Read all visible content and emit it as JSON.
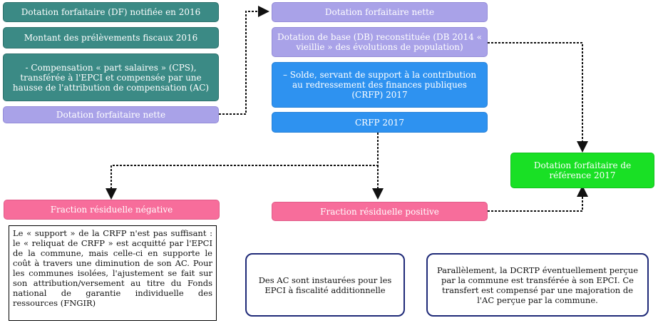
{
  "left_column": {
    "df_notified": "Dotation forfaitaire (DF) notifiée en 2016",
    "prelevements": "Montant des prélèvements fiscaux 2016",
    "cps": "- Compensation « part salaires » (CPS), transférée à l'EPCI et compensée par une hausse de l'attribution de compensation (AC)",
    "dotation_nette": "Dotation forfaitaire nette"
  },
  "center_column": {
    "dotation_nette": "Dotation forfaitaire nette",
    "db_reconstituee": "Dotation de base (DB) reconstituée (DB 2014 « vieillie » des évolutions de population)",
    "solde": "– Solde, servant de support à la contribution au redressement des finances publiques (CRFP) 2017",
    "crfp": "CRFP 2017"
  },
  "right": {
    "reference": "Dotation forfaitaire de référence 2017"
  },
  "fractions": {
    "negative": "Fraction résiduelle négative",
    "positive": "Fraction résiduelle positive"
  },
  "notes": {
    "support": "Le « support » de la CRFP n'est pas suffisant : le « reliquat de CRFP » est acquitté par l'EPCI de la commune, mais celle-ci en supporte le coût à travers une diminution de son AC. Pour les communes isolées, l'ajustement se fait sur son attribution/versement au titre du Fonds national de garantie individuelle des ressources (FNGIR)",
    "ac": "Des AC sont instaurées pour les EPCI à fiscalité additionnelle",
    "dcrtp": "Parallèlement, la DCRTP éventuellement perçue par la commune est transférée à son EPCI. Ce transfert est compensé par une majoration de l'AC perçue par la commune."
  }
}
